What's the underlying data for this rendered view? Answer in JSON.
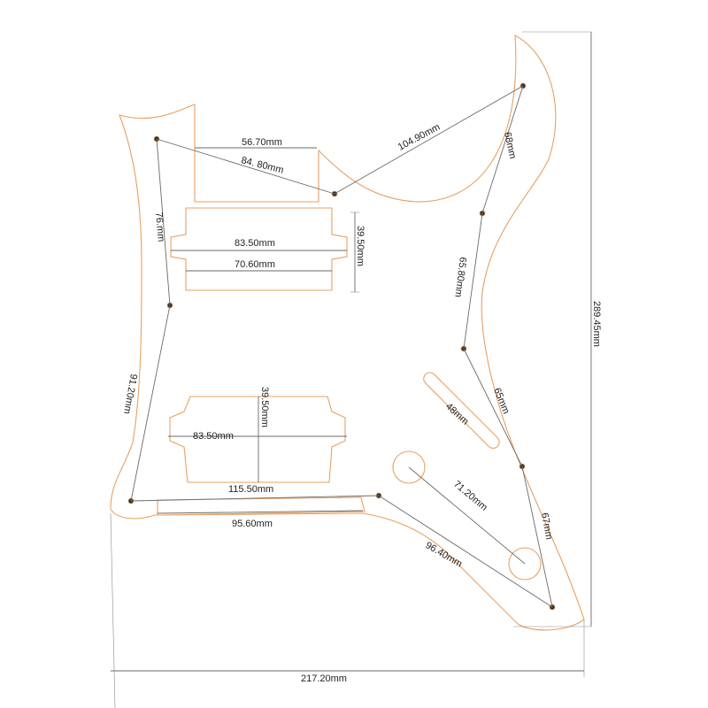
{
  "labels": {
    "neck_top_width": "56.70mm",
    "diag_neck": "84. 80mm",
    "horn_diag": "104.90mm",
    "horn_side": "68mm",
    "left_side_upper": "76.mm",
    "bridge_pickup_outer": "83.50mm",
    "bridge_pickup_inner": "70.60mm",
    "bridge_pickup_height": "39.50mm",
    "right_side_mid": "65.80mm",
    "left_side_lower": "91.20mm",
    "neck_pickup_height": "39.50mm",
    "neck_pickup_width": "83.50mm",
    "switch_slot": "48mm",
    "right_side_low": "65mm",
    "knob_span": "71.20mm",
    "bottom_left": "115.50mm",
    "bottom_inner": "95.60mm",
    "right_tail": "67mm",
    "bottom_diag": "96.40mm",
    "overall_height": "289.45mm",
    "overall_width": "217.20mm"
  },
  "colors": {
    "outline": "#e8a060",
    "dimension": "#6a6a6a",
    "text": "#222222"
  }
}
